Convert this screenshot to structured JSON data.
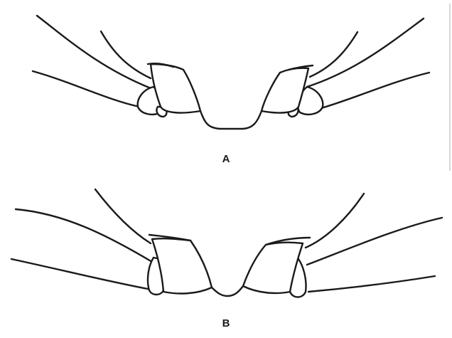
{
  "figure": {
    "panels": [
      {
        "id": "A",
        "label": "A"
      },
      {
        "id": "B",
        "label": "B"
      }
    ]
  }
}
